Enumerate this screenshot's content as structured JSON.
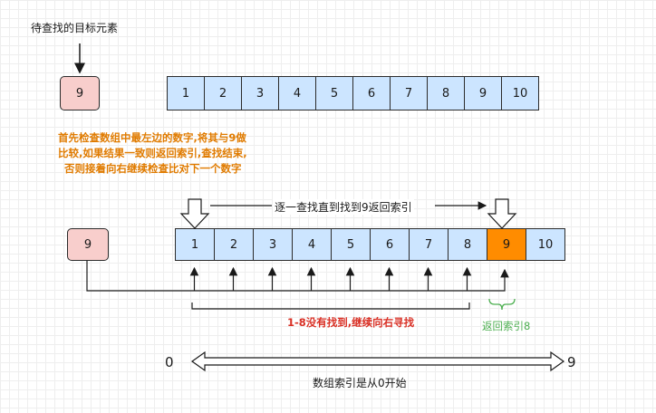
{
  "title": "待查找的目标元素",
  "target_value": "9",
  "array_values": [
    "1",
    "2",
    "3",
    "4",
    "5",
    "6",
    "7",
    "8",
    "9",
    "10"
  ],
  "description_lines": [
    "首先检查数组中最左边的数字,将其与9做",
    "比较,如果结果一致则返回索引,查找结束,",
    "否则接着向右继续检查比对下一个数字"
  ],
  "search_label": "逐一查找直到找到9返回索引",
  "not_found_label": "1-8没有找到,继续向右寻找",
  "return_label": "返回索引8",
  "index_start": "0",
  "index_end": "9",
  "index_note": "数组索引是从0开始",
  "colors": {
    "cell_fill": "#cce5ff",
    "target_fill": "#f8cecc",
    "found_fill": "#ff8c00",
    "orange_text": "#e07b00",
    "red_text": "#d93025",
    "green_text": "#4caf50"
  }
}
